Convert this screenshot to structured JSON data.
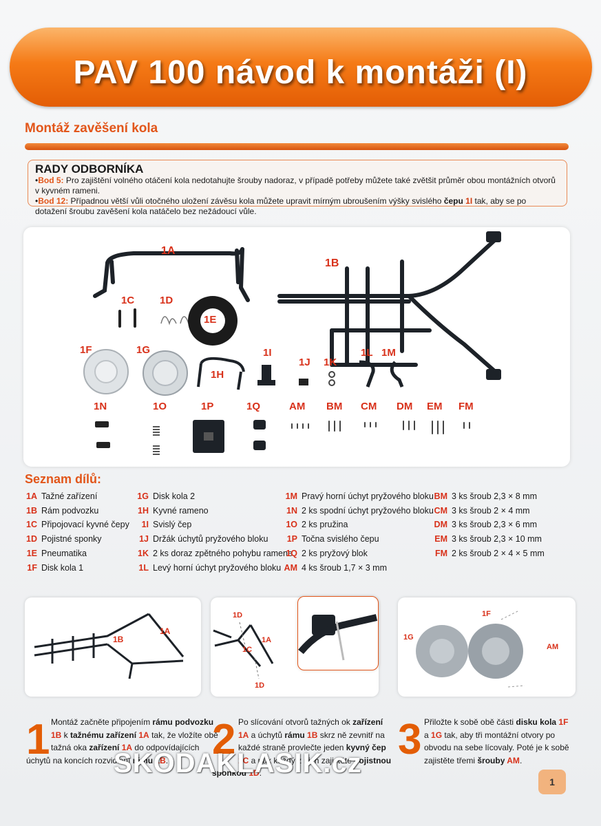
{
  "header": {
    "title": "PAV 100 návod k montáži (I)"
  },
  "section_title": "Montáž zavěšení kola",
  "tips": {
    "heading": "RADY ODBORNÍKA",
    "item1_label": "Bod 5:",
    "item1_text": " Pro zajištění volného otáčení kola nedotahujte šrouby nadoraz, v případě potřeby můžete také zvětšit průměr obou montážních otvorů v kyvném rameni.",
    "item2_label": "Bod 12:",
    "item2_text_a": " Případnou větší vůli otočného uložení závěsu kola můžete upravit mírným ubroušením výšky svislého ",
    "item2_bold": "čepu",
    "item2_ref": " 1I",
    "item2_text_b": " tak, aby se po dotažení šroubu zavěšení kola natáčelo bez nežádoucí vůle."
  },
  "part_labels": [
    "1A",
    "1B",
    "1C",
    "1D",
    "1E",
    "1F",
    "1G",
    "1H",
    "1I",
    "1J",
    "1K",
    "1L",
    "1M",
    "1N",
    "1O",
    "1P",
    "1Q",
    "AM",
    "BM",
    "CM",
    "DM",
    "EM",
    "FM"
  ],
  "list_title": "Seznam dílů:",
  "parts_list": {
    "col1": [
      {
        "code": "1A",
        "name": "Tažné zařízení"
      },
      {
        "code": "1B",
        "name": "Rám podvozku"
      },
      {
        "code": "1C",
        "name": "Připojovací kyvné čepy"
      },
      {
        "code": "1D",
        "name": "Pojistné sponky"
      },
      {
        "code": "1E",
        "name": "Pneumatika"
      },
      {
        "code": "1F",
        "name": "Disk kola 1"
      }
    ],
    "col2": [
      {
        "code": "1G",
        "name": "Disk kola 2"
      },
      {
        "code": "1H",
        "name": "Kyvné rameno"
      },
      {
        "code": "1I",
        "name": "Svislý čep"
      },
      {
        "code": "1J",
        "name": "Držák úchytů pryžového bloku"
      },
      {
        "code": "1K",
        "name": "2 ks doraz zpětného pohybu ramene"
      },
      {
        "code": "1L",
        "name": "Levý horní úchyt pryžového bloku"
      }
    ],
    "col3": [
      {
        "code": "1M",
        "name": "Pravý horní úchyt pryžového bloku"
      },
      {
        "code": "1N",
        "name": "2 ks spodní úchyt pryžového bloku"
      },
      {
        "code": "1O",
        "name": "2 ks pružina"
      },
      {
        "code": "1P",
        "name": "Točna svislého čepu"
      },
      {
        "code": "1Q",
        "name": "2 ks pryžový blok"
      },
      {
        "code": "AM",
        "name": "4 ks šroub 1,7 × 3 mm"
      }
    ],
    "col4": [
      {
        "code": "BM",
        "name": "3 ks šroub 2,3 × 8 mm"
      },
      {
        "code": "CM",
        "name": "3 ks šroub 2 × 4 mm"
      },
      {
        "code": "DM",
        "name": "3 ks šroub 2,3 × 6 mm"
      },
      {
        "code": "EM",
        "name": "3 ks šroub 2,3 × 10 mm"
      },
      {
        "code": "FM",
        "name": "2 ks šroub 2 × 4 × 5 mm"
      }
    ]
  },
  "thumb_labels": {
    "t1": [
      "1B",
      "1A"
    ],
    "t2": [
      "1D",
      "1C",
      "1A",
      "1D"
    ],
    "t4": [
      "1F",
      "1G",
      "AM"
    ]
  },
  "steps": [
    {
      "num": "1",
      "l1a": "Montáž začněte připojením ",
      "l1b": "rámu podvozku",
      "l2a": "1B",
      "l2b": " k ",
      "l2c": "tažnému zařízení",
      "l2d": " 1A",
      "l2e": " tak, že vložíte obě",
      "l3a": "tažná oka ",
      "l3b": "zařízení",
      "l3c": " 1A",
      "l3d": " do odpovídajících",
      "l4a": "úchytů na koncích rozvidlení ",
      "l4b": "rámu",
      "l4c": " 1B",
      "l4d": "."
    },
    {
      "num": "2",
      "l1a": "Po slícování otvorů tažných ok ",
      "l1b": "zařízení",
      "l2a": "1A",
      "l2b": " a úchytů ",
      "l2c": "rámu",
      "l2d": " 1B",
      "l2e": " skrz ně zevnitř na",
      "l3a": "každé straně provlečte jeden ",
      "l3b": "kyvný čep",
      "l4a": "1C",
      "l4b": " a pak každý z nich zajistěte ",
      "l4c": "pojistnou",
      "l5a": "sponkou",
      "l5b": " 1D",
      "l5c": "."
    },
    {
      "num": "3",
      "l1a": "Přiložte k sobě obě části ",
      "l1b": "disku kola",
      "l1c": " 1F",
      "l2a": "a ",
      "l2b": "1G",
      "l2c": " tak, aby tři montážní otvory po",
      "l3a": "obvodu na sebe lícovaly. Poté je k sobě",
      "l4a": "zajistěte třemi ",
      "l4b": "šrouby",
      "l4c": " AM",
      "l4d": "."
    }
  ],
  "watermark": "SKODAKLASIK.cz",
  "page_number": "1",
  "colors": {
    "accent": "#e35d05",
    "label": "#d8311a"
  }
}
